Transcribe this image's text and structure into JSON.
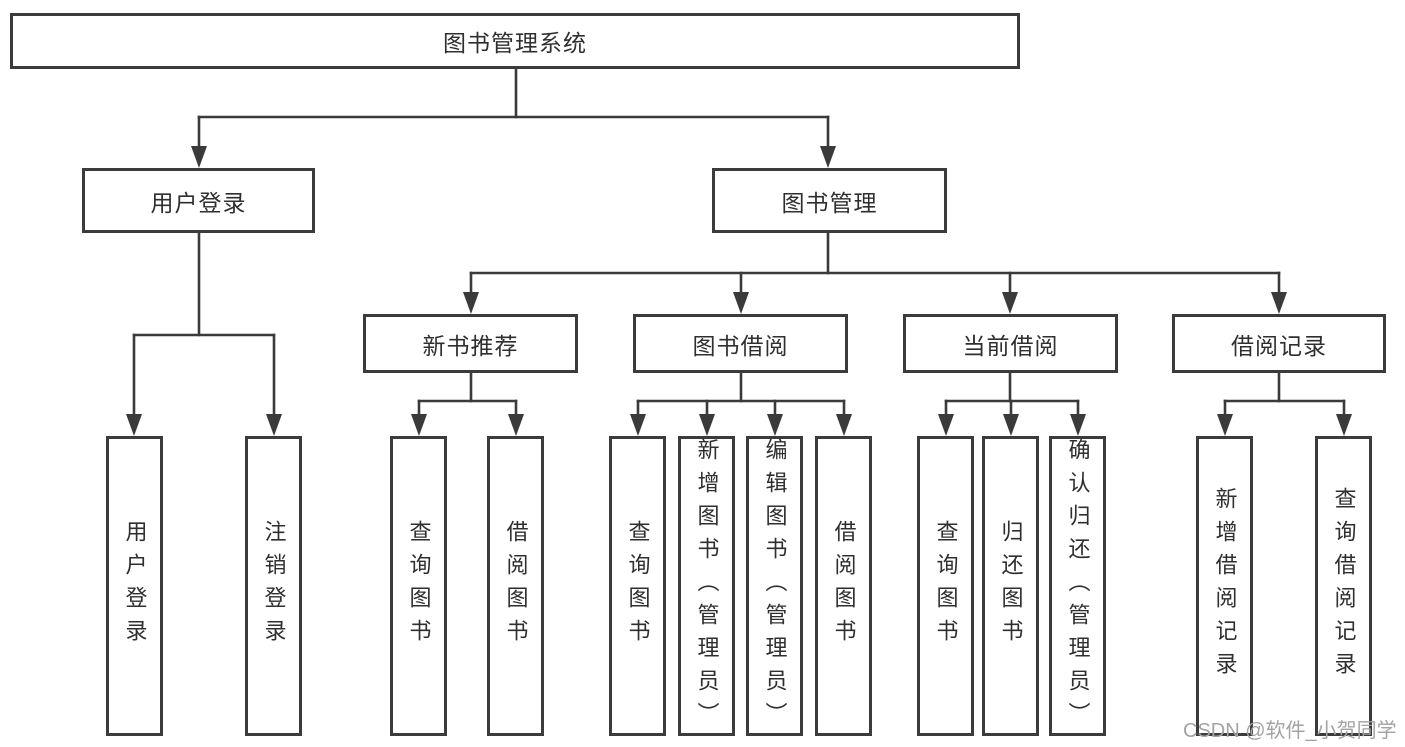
{
  "diagram": {
    "title": "图书管理系统",
    "watermark": "CSDN @软件_小贺同学",
    "colors": {
      "line": "#3a3a3a",
      "box_border": "#3b3b3b",
      "text": "#2f2f2f",
      "watermark": "#a3a3a3",
      "background": "#ffffff"
    },
    "nodes": {
      "root": "图书管理系统",
      "user_login": "用户登录",
      "book_management": "图书管理",
      "new_book_recommend": "新书推荐",
      "book_borrow": "图书借阅",
      "current_borrow": "当前借阅",
      "borrow_record": "借阅记录",
      "leaves": {
        "user_login": "用户登录",
        "logout": "注销登录",
        "rec_query_book": "查询图书",
        "rec_borrow_book": "借阅图书",
        "bb_query_book": "查询图书",
        "bb_add_book": "新增图书（管理员）",
        "bb_edit_book": "编辑图书（管理员）",
        "bb_borrow_book": "借阅图书",
        "cb_query_book": "查询图书",
        "cb_return_book": "归还图书",
        "cb_confirm_return": "确认归还（管理员）",
        "br_add_record": "新增借阅记录",
        "br_query_record": "查询借阅记录"
      }
    }
  }
}
